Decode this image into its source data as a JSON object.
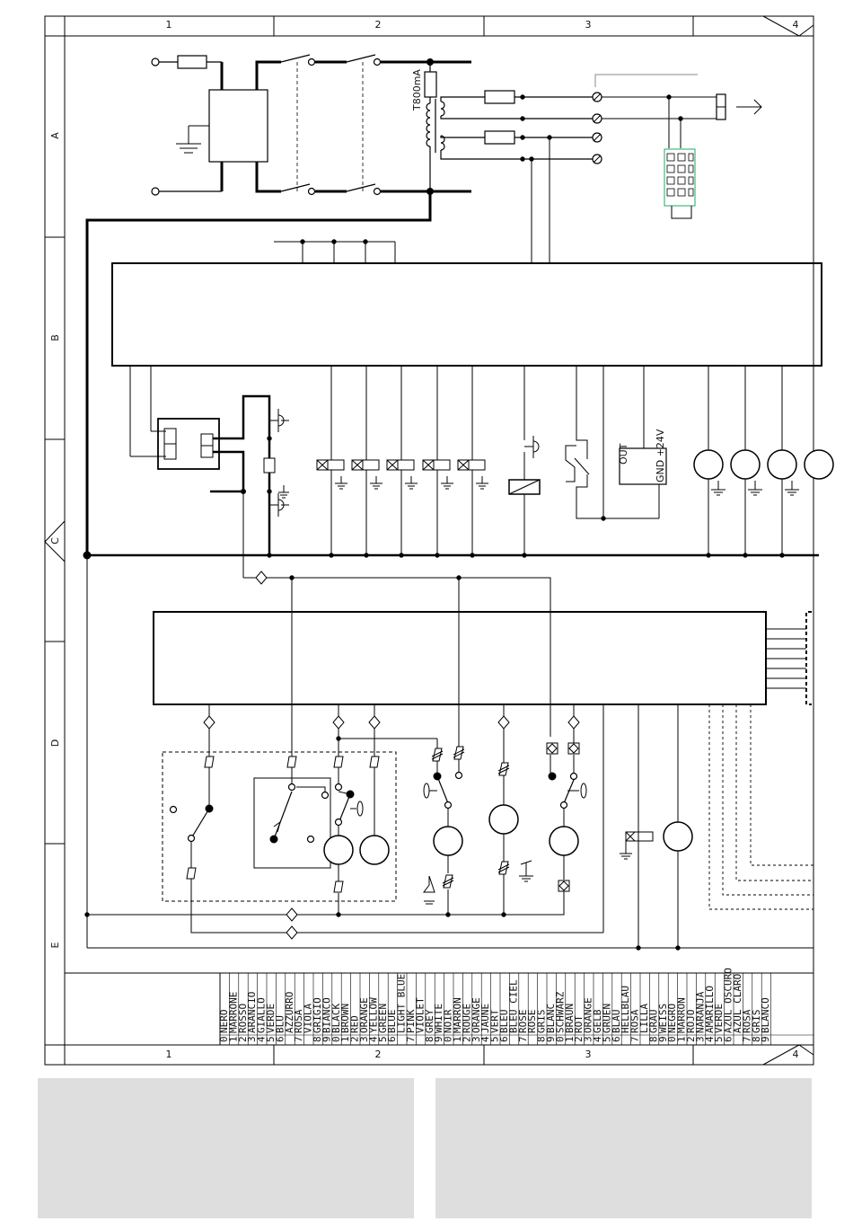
{
  "frame": {
    "columns": [
      "1",
      "2",
      "3",
      "4"
    ],
    "rows": [
      "A",
      "B",
      "C",
      "D",
      "E"
    ]
  },
  "components": {
    "fuse_label": "T800mA",
    "pcb_label_out": "OUT",
    "pcb_label_power": "GND +24V"
  },
  "color_legend": [
    {
      "code": "0",
      "name": "NERO"
    },
    {
      "code": "1",
      "name": "MARRONE"
    },
    {
      "code": "2",
      "name": "ROSSO"
    },
    {
      "code": "3",
      "name": "ARANCIO"
    },
    {
      "code": "4",
      "name": "GIALLO"
    },
    {
      "code": "5",
      "name": "VERDE"
    },
    {
      "code": "6",
      "name": "BLU"
    },
    {
      "code": "",
      "name": "AZZURRO"
    },
    {
      "code": "7",
      "name": "ROSA"
    },
    {
      "code": "",
      "name": "VIOLA"
    },
    {
      "code": "8",
      "name": "GRIGIO"
    },
    {
      "code": "9",
      "name": "BIANCO"
    },
    {
      "code": "0",
      "name": "BLACK"
    },
    {
      "code": "1",
      "name": "BROWN"
    },
    {
      "code": "2",
      "name": "RED"
    },
    {
      "code": "3",
      "name": "ORANGE"
    },
    {
      "code": "4",
      "name": "YELLOW"
    },
    {
      "code": "5",
      "name": "GREEN"
    },
    {
      "code": "6",
      "name": "BLUE"
    },
    {
      "code": "",
      "name": "LIGHT BLUE"
    },
    {
      "code": "7",
      "name": "PINK"
    },
    {
      "code": "",
      "name": "VIOLET"
    },
    {
      "code": "8",
      "name": "GREY"
    },
    {
      "code": "9",
      "name": "WHITE"
    },
    {
      "code": "0",
      "name": "NOIR"
    },
    {
      "code": "1",
      "name": "MARRON"
    },
    {
      "code": "2",
      "name": "ROUGE"
    },
    {
      "code": "3",
      "name": "ORANGE"
    },
    {
      "code": "4",
      "name": "JAUNE"
    },
    {
      "code": "5",
      "name": "VERT"
    },
    {
      "code": "6",
      "name": "BLEU"
    },
    {
      "code": "",
      "name": "BLEU CIEL"
    },
    {
      "code": "7",
      "name": "ROSE"
    },
    {
      "code": "",
      "name": "ROSE"
    },
    {
      "code": "8",
      "name": "GRIS"
    },
    {
      "code": "9",
      "name": "BLANC"
    },
    {
      "code": "0",
      "name": "SCHWARZ"
    },
    {
      "code": "1",
      "name": "BRAUN"
    },
    {
      "code": "2",
      "name": "ROT"
    },
    {
      "code": "3",
      "name": "ORANGE"
    },
    {
      "code": "4",
      "name": "GELB"
    },
    {
      "code": "5",
      "name": "GRUEN"
    },
    {
      "code": "6",
      "name": "BLAU"
    },
    {
      "code": "",
      "name": "HELLBLAU"
    },
    {
      "code": "7",
      "name": "ROSA"
    },
    {
      "code": "",
      "name": "LILLA"
    },
    {
      "code": "8",
      "name": "GRAU"
    },
    {
      "code": "9",
      "name": "WEISS"
    },
    {
      "code": "0",
      "name": "NEGRO"
    },
    {
      "code": "1",
      "name": "MARRON"
    },
    {
      "code": "2",
      "name": "ROJO"
    },
    {
      "code": "3",
      "name": "NARANJA"
    },
    {
      "code": "4",
      "name": "AMARILLO"
    },
    {
      "code": "5",
      "name": "VERDE"
    },
    {
      "code": "6",
      "name": "AZUL OSCURO"
    },
    {
      "code": "",
      "name": "AZUL CLARO"
    },
    {
      "code": "7",
      "name": "ROSA"
    },
    {
      "code": "8",
      "name": "GRIS"
    },
    {
      "code": "9",
      "name": "BLANCO"
    }
  ]
}
